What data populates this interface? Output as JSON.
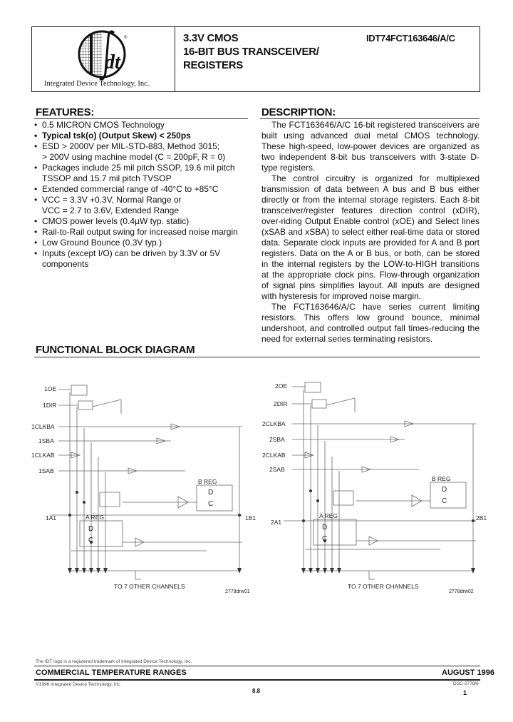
{
  "header": {
    "company": "Integrated Device Technology, Inc.",
    "title_lines": [
      "3.3V CMOS",
      "16-BIT BUS TRANSCEIVER/",
      "REGISTERS"
    ],
    "part_number": "IDT74FCT163646/A/C"
  },
  "features": {
    "heading": "FEATURES:",
    "items": [
      "0.5 MICRON CMOS Technology",
      "Typical tsk(o) (Output Skew) < 250ps",
      "ESD > 2000V per MIL-STD-883, Method 3015;",
      "> 200V using machine model (C = 200pF, R = 0)",
      "Packages include 25 mil pitch SSOP, 19.6 mil pitch",
      "TSSOP and 15.7 mil pitch TVSOP",
      "Extended commercial range of -40°C to +85°C",
      "VCC = 3.3V +0.3V, Normal Range or",
      "VCC = 2.7 to 3.6V, Extended Range",
      "CMOS power levels (0.4µW typ. static)",
      "Rail-to-Rail output swing for increased noise margin",
      "Low Ground Bounce (0.3V typ.)",
      "Inputs (except I/O) can be driven by 3.3V or 5V",
      "components"
    ]
  },
  "description": {
    "heading": "DESCRIPTION:",
    "paragraphs": [
      "The FCT163646/A/C 16-bit registered transceivers are built using advanced dual metal CMOS technology. These high-speed, low-power devices are organized as two independent 8-bit bus transceivers with 3-state D-type registers.",
      "The control circuitry is organized for multiplexed transmission of data between A bus and B bus either directly or from the internal storage registers. Each 8-bit transceiver/register features direction control (xDIR), over-riding Output Enable control (xOE) and Select lines (xSAB and xSBA) to select either real-time data or stored data. Separate clock inputs are provided for A and B port registers. Data on the A or B bus, or both, can be stored in the internal registers by the LOW-to-HIGH transitions at the appropriate clock pins. Flow-through organization of signal pins simplifies layout. All inputs are designed with hysteresis for improved noise margin.",
      "The FCT163646/A/C have series current limiting resistors. This offers low ground bounce, minimal undershoot, and controlled output fall times-reducing the need for external series terminating resistors."
    ]
  },
  "block_diagram": {
    "heading": "FUNCTIONAL BLOCK DIAGRAM",
    "left": {
      "signals": [
        "1OE",
        "1DIR",
        "1CLKBA",
        "1SBA",
        "1CLKAB",
        "1SAB"
      ],
      "b_reg": "B REG",
      "a_reg": "A REG",
      "d": "D",
      "c": "C",
      "a_pin": "1A1",
      "b_pin": "1B1",
      "channels": "TO 7 OTHER CHANNELS",
      "fig": "2778drw01"
    },
    "right": {
      "signals": [
        "2OE",
        "2DIR",
        "2CLKBA",
        "2SBA",
        "2CLKAB",
        "2SAB"
      ],
      "b_reg": "B REG",
      "a_reg": "A REG",
      "d": "D",
      "c": "C",
      "a_pin": "2A1",
      "b_pin": "2B1",
      "channels": "TO 7 OTHER CHANNELS",
      "fig": "2778drw02"
    }
  },
  "footer": {
    "trademark": "The IDT logo is a registered trademark of Integrated Device Technology, Inc.",
    "range": "COMMERCIAL TEMPERATURE RANGES",
    "date": "AUGUST 1996",
    "copyright": "©1996 Integrated Device Technology, Inc.",
    "page_code": "8.8",
    "doc_number": "DSC-2778/6",
    "page_number": "1"
  }
}
